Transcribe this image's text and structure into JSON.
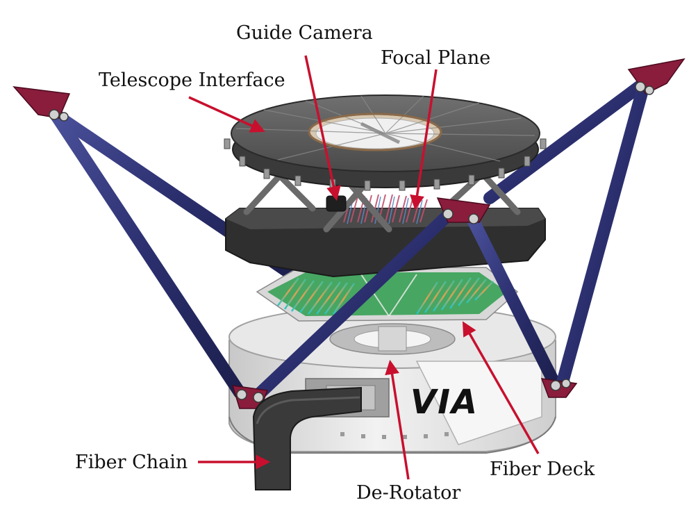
{
  "labels": {
    "guide_camera": "Guide Camera",
    "focal_plane": "Focal Plane",
    "telescope_interface": "Telescope Interface",
    "fiber_chain": "Fiber Chain",
    "fiber_deck": "Fiber Deck",
    "de_rotator": "De-Rotator"
  },
  "logo": "VIA",
  "colors": {
    "strut": "#2b2f6e",
    "strut_highlight": "#4a509a",
    "mount": "#8a1c3c",
    "arrow": "#c8102e",
    "ring_top": "#5a5a5a",
    "ring_dark": "#2a2a2a",
    "housing": "#dcdcdc",
    "fiber_chain": "#3a3a3a"
  }
}
